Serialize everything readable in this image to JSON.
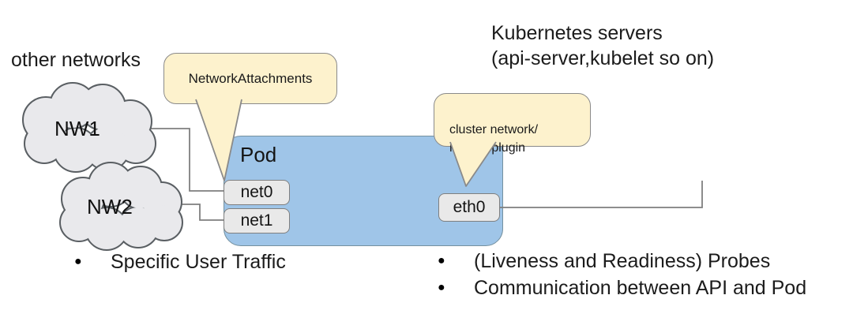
{
  "labels": {
    "other_networks": "other networks",
    "kubernetes_servers": "Kubernetes servers\n(api-server,kubelet so on)"
  },
  "clouds": {
    "nw1": "NW1",
    "nw2": "NW2"
  },
  "pod": {
    "label": "Pod",
    "interfaces": {
      "net0": "net0",
      "net1": "net1",
      "eth0": "eth0"
    }
  },
  "callouts": {
    "network_attachments": "NetworkAttachments",
    "cluster_network": "cluster network/\nmaster plugin"
  },
  "bullets": {
    "left": [
      "Specific User Traffic"
    ],
    "right": [
      "(Liveness and Readiness) Probes",
      "Communication between API and Pod"
    ]
  },
  "colors": {
    "pod_fill": "#9fc5e8",
    "pod_border": "#74909f",
    "box_fill": "#e9e9e9",
    "box_border": "#7f7f7f",
    "callout_fill": "#fdf2cd",
    "callout_border": "#8a8a8a",
    "cloud_fill": "#e9e9ec",
    "cloud_border": "#5a5f63",
    "line": "#7f7f7f",
    "text": "#1b1b1b"
  }
}
